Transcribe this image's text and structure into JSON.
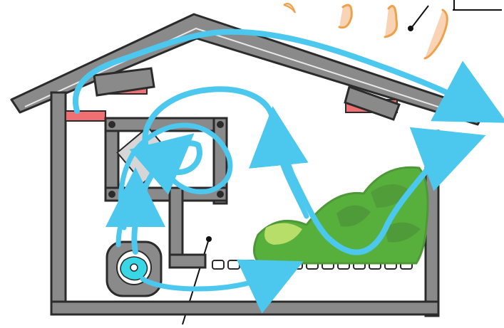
{
  "diagram": {
    "colors": {
      "background": "#ffffff",
      "outline": "#2b2b2b",
      "wall_fill": "#8a8a8a",
      "airflow": "#4cc8ef",
      "heat_panel": "#ef6f73",
      "vegetation_dark": "#4f9838",
      "vegetation_mid": "#58b03c",
      "vegetation_light": "#d7ee78",
      "window_glass": "#d6d6d6",
      "flame_orange": "#f0a04b",
      "flame_light": "#f8d3b4",
      "fan_blade": "#39d6e6"
    },
    "components": [
      {
        "name": "roof",
        "icon": "roof-icon"
      },
      {
        "name": "outer-walls",
        "icon": "walls-icon"
      },
      {
        "name": "floor-vents",
        "icon": "vent-row-icon"
      },
      {
        "name": "heating-panels",
        "icon": "heat-panel-icon"
      },
      {
        "name": "interior-frame",
        "icon": "frame-icon"
      },
      {
        "name": "window",
        "icon": "window-icon"
      },
      {
        "name": "fan-unit",
        "icon": "fan-icon"
      },
      {
        "name": "vegetation",
        "icon": "plant-icon"
      },
      {
        "name": "airflow-path",
        "icon": "arrow-flow-icon"
      },
      {
        "name": "sun-rays",
        "icon": "flame-icon"
      }
    ]
  }
}
